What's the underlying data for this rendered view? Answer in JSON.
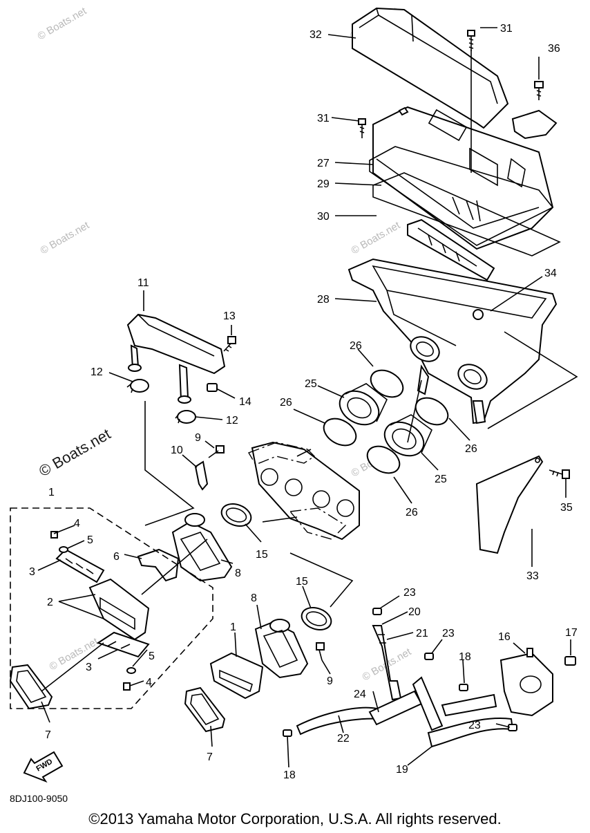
{
  "diagram": {
    "part_numbers": [
      "1",
      "2",
      "3",
      "4",
      "5",
      "6",
      "7",
      "8",
      "9",
      "10",
      "11",
      "12",
      "13",
      "14",
      "15",
      "16",
      "17",
      "18",
      "19",
      "20",
      "21",
      "22",
      "23",
      "24",
      "25",
      "26",
      "27",
      "28",
      "29",
      "30",
      "31",
      "32",
      "33",
      "34",
      "35",
      "36"
    ],
    "figure_code": "8DJ100-9050",
    "fwd_label": "FWD",
    "watermark_text": "© Boats.net"
  },
  "footer": {
    "copyright": "©2013 Yamaha Motor Corporation, U.S.A. All rights reserved."
  }
}
